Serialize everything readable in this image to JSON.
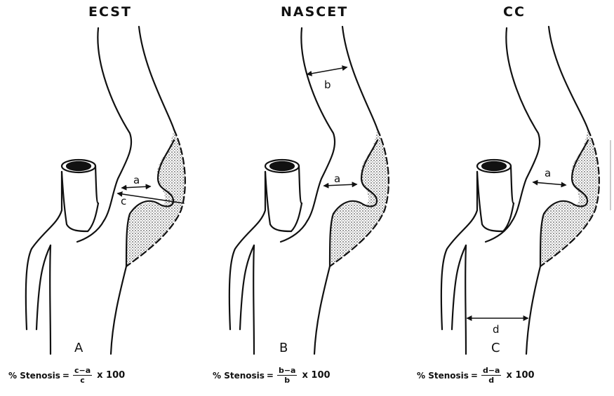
{
  "panels": [
    {
      "title": "ECST",
      "letter": "A",
      "formula": {
        "lead": "% Stenosis",
        "numerator": "c−a",
        "denominator": "c",
        "tail": "x 100"
      },
      "labels": [
        "a",
        "c"
      ]
    },
    {
      "title": "NASCET",
      "letter": "B",
      "formula": {
        "lead": "% Stenosis",
        "numerator": "b−a",
        "denominator": "b",
        "tail": "x 100"
      },
      "labels": [
        "b",
        "a"
      ]
    },
    {
      "title": "CC",
      "letter": "C",
      "formula": {
        "lead": "% Stenosis",
        "numerator": "d−a",
        "denominator": "d",
        "tail": "x 100"
      },
      "labels": [
        "a",
        "d"
      ]
    }
  ]
}
